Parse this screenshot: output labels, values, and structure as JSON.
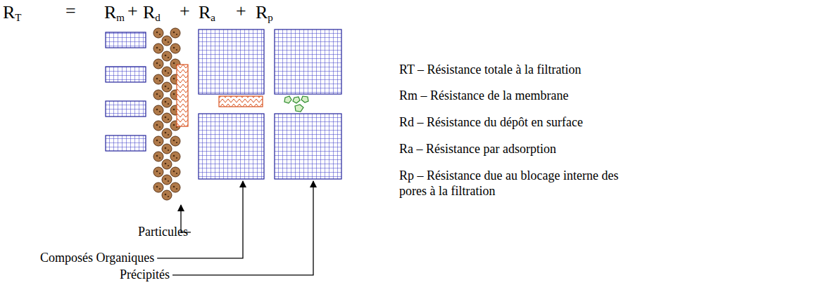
{
  "diagram": {
    "labels": [
      "RT",
      "=",
      "Rm",
      "+",
      "Rd",
      "+",
      "Ra",
      "+",
      "Rp",
      "RT – Résistance totale à la filtration",
      "Rm – Résistance de la membrane",
      "Rd – Résistance du dépôt en surface",
      "Ra – Résistance par adsorption",
      "Rp – Résistance due au blocage interne des pores à la filtration",
      "Particules",
      "Composés Organiques",
      "Précipités"
    ]
  }
}
